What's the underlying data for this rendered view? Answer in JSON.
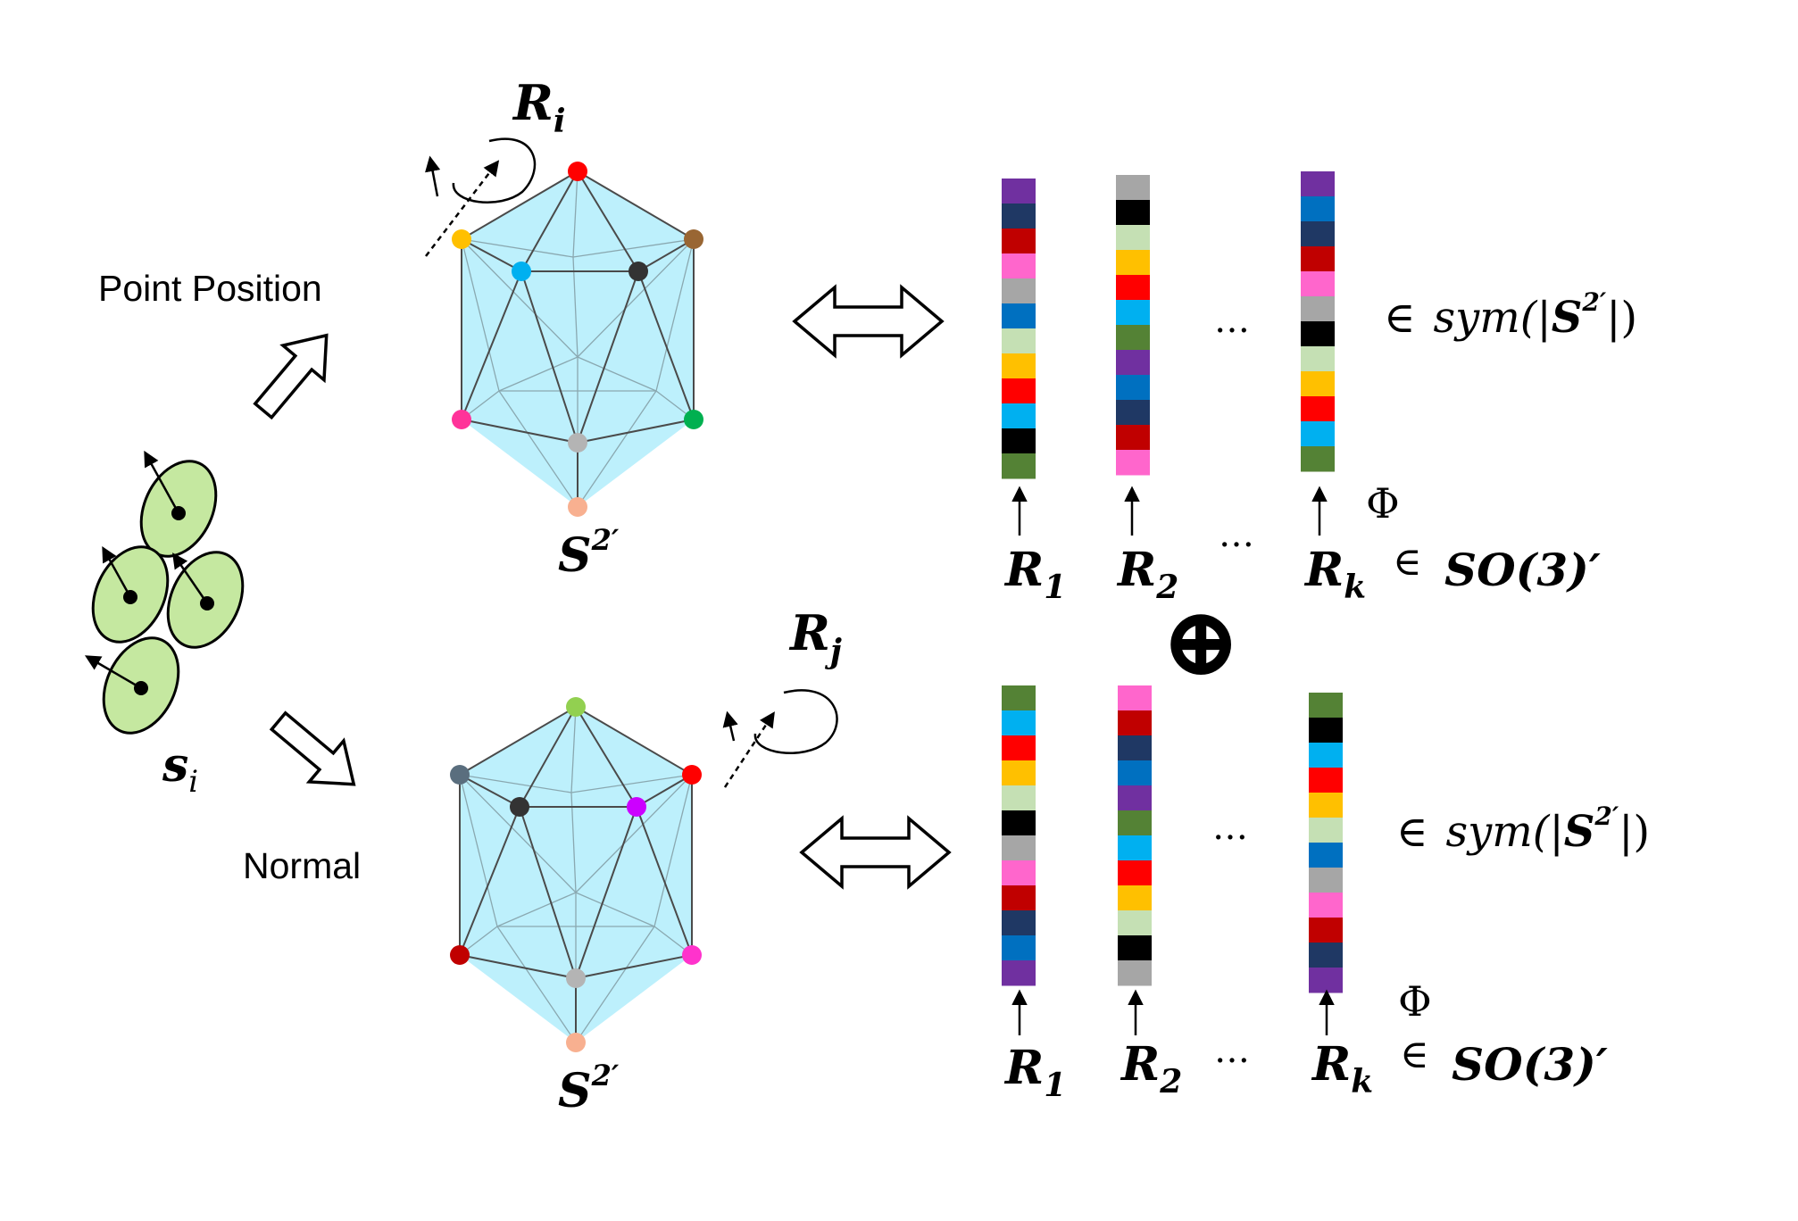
{
  "labels": {
    "point_position": "Point Position",
    "normal": "Normal",
    "si_main": "s",
    "si_sub": "i",
    "phi": "Φ",
    "oplus": "⊕",
    "ellipsis": "…",
    "elem": "∈"
  },
  "top": {
    "rotation_main": "R",
    "rotation_sub": "i",
    "sphere_main": "S",
    "sphere_sup": "2′",
    "sym_text": "sym(|",
    "sym_S": "S",
    "sym_sup": "2′",
    "sym_close": "|)",
    "r_main": [
      "R",
      "R",
      "R"
    ],
    "r_subs": [
      "1",
      "2",
      "k"
    ],
    "so3": "SO(3)′"
  },
  "bottom": {
    "rotation_main": "R",
    "rotation_sub": "j",
    "sphere_main": "S",
    "sphere_sup": "2′",
    "sym_text": "sym(|",
    "sym_S": "S",
    "sym_sup": "2′",
    "sym_close": "|)",
    "r_main": [
      "R",
      "R",
      "R"
    ],
    "r_subs": [
      "1",
      "2",
      "k"
    ],
    "so3": "SO(3)′"
  },
  "palette": {
    "purple": "#7030a0",
    "navy": "#1f3864",
    "darkred": "#c00000",
    "pink": "#ff66cc",
    "gray": "#a6a6a6",
    "blue": "#0070c0",
    "lightgreen": "#c5e0b4",
    "orange": "#ffc000",
    "red": "#ff0000",
    "cyan": "#00b0f0",
    "black": "#000000",
    "green": "#548235"
  },
  "columns": {
    "top": [
      [
        "purple",
        "navy",
        "darkred",
        "pink",
        "gray",
        "blue",
        "lightgreen",
        "orange",
        "red",
        "cyan",
        "black",
        "green"
      ],
      [
        "gray",
        "black",
        "lightgreen",
        "orange",
        "red",
        "cyan",
        "green",
        "purple",
        "blue",
        "navy",
        "darkred",
        "pink"
      ],
      [
        "purple",
        "blue",
        "navy",
        "darkred",
        "pink",
        "gray",
        "black",
        "lightgreen",
        "orange",
        "red",
        "cyan",
        "green"
      ]
    ],
    "bottom": [
      [
        "green",
        "cyan",
        "red",
        "orange",
        "lightgreen",
        "black",
        "gray",
        "pink",
        "darkred",
        "navy",
        "blue",
        "purple"
      ],
      [
        "pink",
        "darkred",
        "navy",
        "blue",
        "purple",
        "green",
        "cyan",
        "red",
        "orange",
        "lightgreen",
        "black",
        "gray"
      ],
      [
        "green",
        "black",
        "cyan",
        "red",
        "orange",
        "lightgreen",
        "blue",
        "gray",
        "pink",
        "darkred",
        "navy",
        "purple"
      ]
    ]
  },
  "vertex_colors": {
    "top": {
      "top": "#ff0000",
      "upper_left": "#ffc000",
      "upper_right": "#996633",
      "inner_left": "#00b0f0",
      "inner_right": "#333333",
      "lower_left": "#ff3399",
      "lower_right": "#00b050",
      "inner_bottom": "#b4b4b4",
      "bottom": "#f8b090"
    },
    "bottom": {
      "top": "#92d050",
      "upper_left": "#5a6e7e",
      "upper_right": "#ff0000",
      "inner_left": "#333333",
      "inner_right": "#cc00ff",
      "lower_left": "#c00000",
      "lower_right": "#ff33cc",
      "inner_bottom": "#b4b4b4",
      "bottom": "#f8b090"
    }
  },
  "colors": {
    "hexagon_fill": "#bdf0fc",
    "ellipse_fill": "#c5e8a0",
    "edge": "#4a4a4a"
  }
}
